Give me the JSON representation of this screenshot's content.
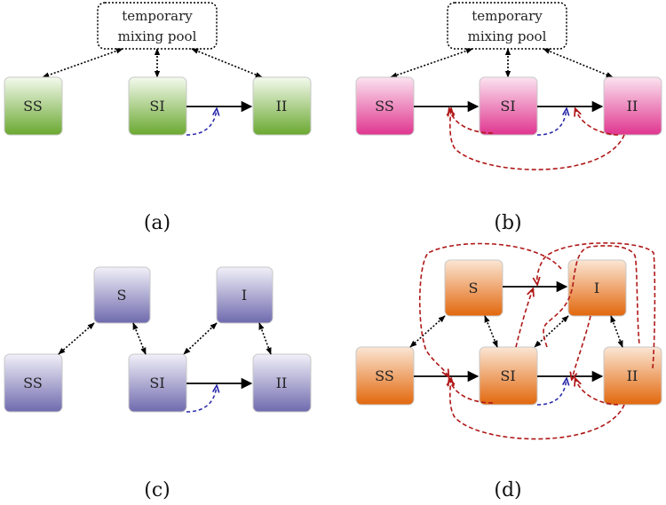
{
  "pool_label_line1": "temporary",
  "pool_label_line2": "mixing pool",
  "nodes": {
    "SS": "SS",
    "SI": "SI",
    "II": "II",
    "S": "S",
    "I": "I"
  },
  "captions": {
    "a": "(a)",
    "b": "(b)",
    "c": "(c)",
    "d": "(d)"
  },
  "colors": {
    "green": "#6aa830",
    "pink": "#e0358f",
    "purple": "#6f6aae",
    "orange": "#e2670c",
    "red_arrow": "#b01818",
    "blue_arrow": "#2525a8"
  }
}
